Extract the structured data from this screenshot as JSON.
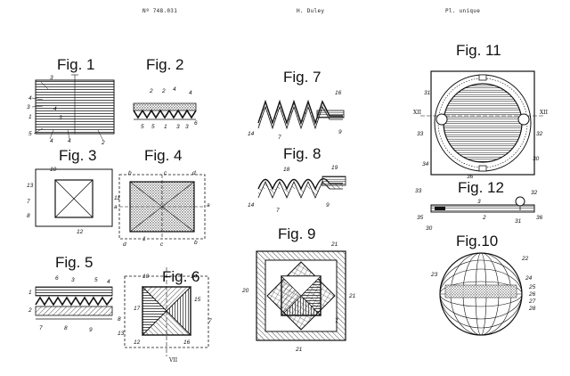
{
  "header": {
    "patent_no": "Nº 748.031",
    "inventor": "H. Duley",
    "plate": "Pl. unique"
  },
  "figures": {
    "f1": "Fig. 1",
    "f2": "Fig. 2",
    "f3": "Fig. 3",
    "f4": "Fig. 4",
    "f5": "Fig. 5",
    "f6": "Fig. 6",
    "f7": "Fig. 7",
    "f8": "Fig. 8",
    "f9": "Fig. 9",
    "f10": "Fig.10",
    "f11": "Fig. 11",
    "f12": "Fig. 12"
  },
  "refs": {
    "f1": [
      "3",
      "4",
      "3",
      "1",
      "5",
      "4",
      "4",
      "4",
      "2",
      "3"
    ],
    "f2": [
      "2",
      "2",
      "4",
      "4",
      "5",
      "5",
      "1",
      "3",
      "3",
      "6"
    ],
    "f3": [
      "10",
      "13",
      "7",
      "8",
      "11",
      "12"
    ],
    "f4": [
      "b",
      "c",
      "d",
      "a",
      "b",
      "c",
      "d",
      "a",
      "1"
    ],
    "f5": [
      "1",
      "2",
      "6",
      "3",
      "5",
      "4",
      "7",
      "8",
      "9"
    ],
    "f6": [
      "10",
      "14",
      "15",
      "17",
      "8",
      "13",
      "12",
      "16",
      "7",
      "VII"
    ],
    "f7": [
      "16",
      "14",
      "7",
      "9"
    ],
    "f8": [
      "18",
      "19",
      "14",
      "7",
      "9"
    ],
    "f9": [
      "21",
      "20",
      "21",
      "7",
      "21"
    ],
    "f11": [
      "31",
      "33",
      "34",
      "36",
      "32",
      "30",
      "XII",
      "XII"
    ],
    "f12": [
      "33",
      "32",
      "3",
      "35",
      "30",
      "31",
      "36",
      "2"
    ],
    "f10": [
      "22",
      "23",
      "24",
      "25",
      "26",
      "27",
      "28"
    ]
  }
}
